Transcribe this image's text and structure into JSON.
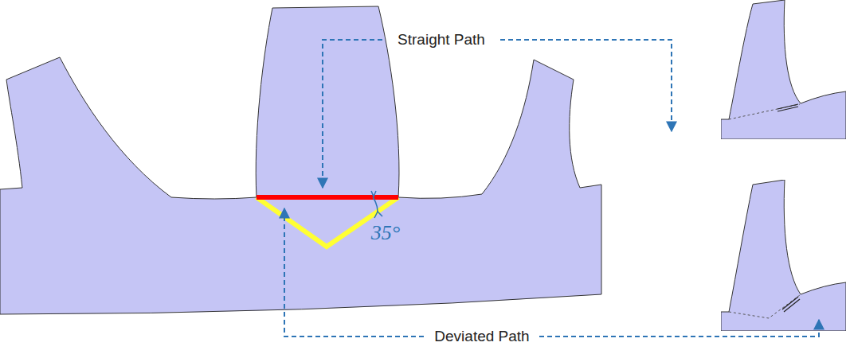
{
  "diagram": {
    "labels": [
      "Straight Path",
      "Deviated Path",
      "35°"
    ]
  }
}
